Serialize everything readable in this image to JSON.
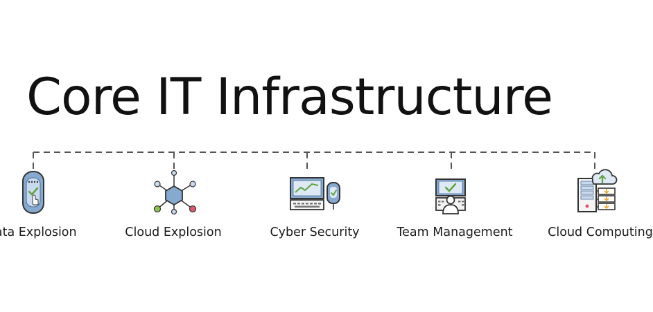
{
  "title": "Core IT Infrastructure",
  "items": [
    {
      "label": "Data Explosion",
      "icon": "touch-device-icon"
    },
    {
      "label": "Cloud Explosion",
      "icon": "network-hub-icon"
    },
    {
      "label": "Cyber Security",
      "icon": "secure-computer-icon"
    },
    {
      "label": "Team Management",
      "icon": "team-workstation-icon"
    },
    {
      "label": "Cloud Computing",
      "icon": "cloud-server-icon"
    }
  ],
  "colors": {
    "text": "#111111",
    "line": "#555555",
    "icon_blue": "#86a9cf",
    "icon_blue_dark": "#4b6f96",
    "check_green": "#5fa441",
    "node_green": "#8cc34a",
    "node_red": "#e0586c",
    "outline": "#333333"
  }
}
